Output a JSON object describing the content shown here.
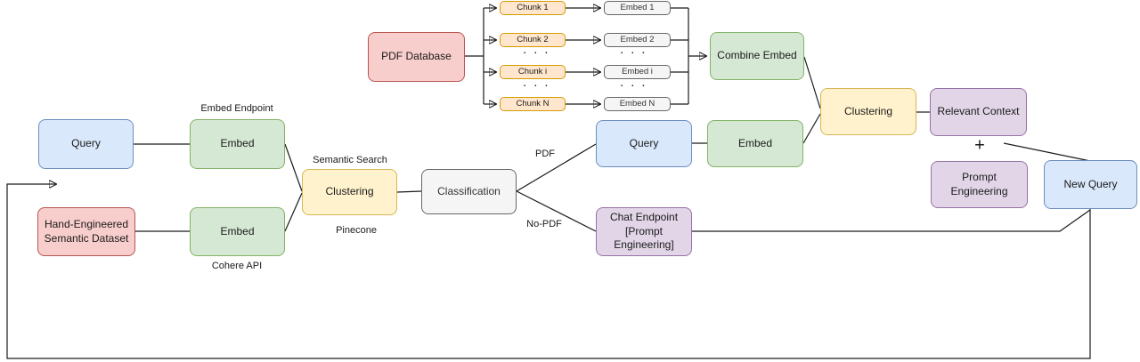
{
  "diagram": {
    "nodes": {
      "pdf_database": "PDF Database",
      "chunk_1": "Chunk 1",
      "chunk_2": "Chunk 2",
      "chunk_i": "Chunk i",
      "chunk_n": "Chunk N",
      "embed_1": "Embed 1",
      "embed_2": "Embed 2",
      "embed_i": "Embed i",
      "embed_n": "Embed N",
      "combine_embed": "Combine Embed",
      "clustering_top": "Clustering",
      "relevant_context": "Relevant Context",
      "prompt_engineering": "Prompt Engineering",
      "new_query": "New Query",
      "query_left": "Query",
      "embed_query": "Embed",
      "hand_engineered": "Hand-Engineered\nSemantic Dataset",
      "embed_dataset": "Embed",
      "clustering_left": "Clustering",
      "classification": "Classification",
      "query_mid": "Query",
      "embed_mid": "Embed",
      "chat_endpoint": "Chat Endpoint\n[Prompt Engineering]"
    },
    "annotations": {
      "embed_endpoint": "Embed Endpoint",
      "cohere_api": "Cohere API",
      "semantic_search": "Semantic Search",
      "pinecone": "Pinecone",
      "pdf_branch": "PDF",
      "no_pdf_branch": "No-PDF",
      "plus": "+",
      "ellipsis": "· · ·"
    },
    "colors": {
      "red_fill": "#f8cecc",
      "red_stroke": "#b85450",
      "orange_fill": "#ffe6cc",
      "orange_stroke": "#d79b00",
      "yellow_fill": "#fff2cc",
      "yellow_stroke": "#d6b656",
      "green_fill": "#d5e8d4",
      "green_stroke": "#82b366",
      "blue_fill": "#dae8fc",
      "blue_stroke": "#6c8ebf",
      "purple_fill": "#e1d5e7",
      "purple_stroke": "#9673a6",
      "gray_fill": "#f5f5f5",
      "gray_stroke": "#666666",
      "edge": "#1a1a1a"
    }
  }
}
